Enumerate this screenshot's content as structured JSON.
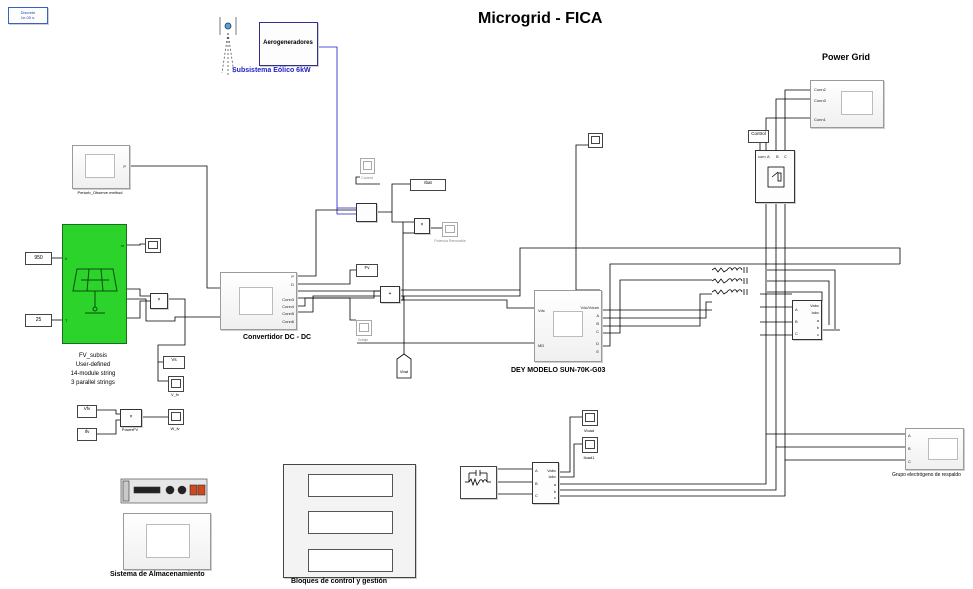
{
  "title": "Microgrid - FICA",
  "powergui": {
    "line1": "Discrete",
    "line2": "1e-05 s."
  },
  "wind": {
    "block_label": "Aerogeneradores",
    "caption": "Subsistema Eólico 6kW"
  },
  "power_grid": {
    "title": "Power Grid",
    "ports": [
      "Conn2",
      "Conn3",
      "Conn1"
    ],
    "control_tag": "Control",
    "breaker_ports": [
      "com",
      "A",
      "B",
      "C"
    ]
  },
  "mppt": {
    "caption": "Perturb_Observe method",
    "port": "P"
  },
  "pv": {
    "caption": "FV_subsis",
    "desc1": "User-defined",
    "desc2": "14-module string",
    "desc3": "3 parallel strings",
    "irradiance": "950",
    "temperature": "25",
    "ports": {
      "ir": "Ir",
      "t": "T",
      "m": "m"
    }
  },
  "converter": {
    "caption": "Convertidor DC - DC",
    "ports_out": [
      "P",
      "D",
      "Conn3",
      "Conn4",
      "Conn5",
      "Conn6"
    ]
  },
  "signals": {
    "current": "Current",
    "ibat": "Ibat",
    "potencia": "Potencia Renovable",
    "fv": "Fv",
    "voltaje": "Voltaje",
    "vbat": "Vbat",
    "vs": "Vs",
    "vfv_scope": "V_fv",
    "vfv_tag": "Vfv",
    "ifv_tag": "Ifv",
    "powerfv": "PowerFV",
    "wfv": "W_fv",
    "vload": "Vload",
    "iload": "Iload1"
  },
  "inverter": {
    "caption": "DEY MODELO SUN-70K-G03",
    "ports_in": [
      "Vdc",
      "MD"
    ],
    "ports_out": [
      "Vdc/Vdum",
      "A",
      "B",
      "C",
      "D",
      "E"
    ]
  },
  "measure": {
    "ports_in": [
      "A",
      "B",
      "C"
    ],
    "ports_out": [
      "Vabc",
      "Iabc",
      "a",
      "b",
      "c"
    ]
  },
  "measure2": {
    "ports_in": [
      "A",
      "B",
      "C"
    ],
    "ports_out": [
      "Vabc",
      "Iabc",
      "a",
      "b",
      "c"
    ]
  },
  "generator": {
    "caption": "Grupo electrógeno de respaldo",
    "ports": [
      "A",
      "B",
      "C"
    ]
  },
  "storage": {
    "caption": "Sistema de Almacenamiento"
  },
  "control": {
    "caption": "Bloques de control y gestión"
  },
  "colors": {
    "pv_green": "#2bd32b",
    "wind_link": "#1c1cc8",
    "title": "#000000"
  }
}
